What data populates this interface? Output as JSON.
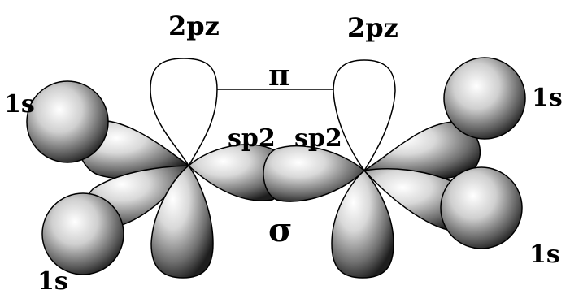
{
  "labels": {
    "orbital_2pz_left": "2pz",
    "orbital_2pz_right": "2pz",
    "pi_bond": "π",
    "sp2_left": "sp2",
    "sp2_right": "sp2",
    "sigma_bond": "σ",
    "s1_top_left": "1s",
    "s1_bottom_left": "1s",
    "s1_top_right": "1s",
    "s1_bottom_right": "1s"
  }
}
